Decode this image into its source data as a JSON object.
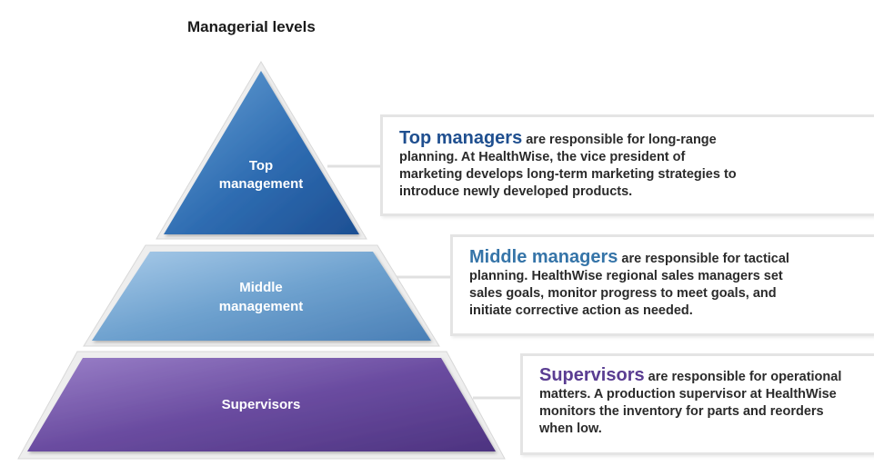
{
  "title": "Managerial levels",
  "tiers": {
    "top": {
      "line1": "Top",
      "line2": "management"
    },
    "middle": {
      "line1": "Middle",
      "line2": "management"
    },
    "supervisors": {
      "line1": "Supervisors"
    }
  },
  "callouts": {
    "top": {
      "lead": "Top managers",
      "text": " are responsible for long-range planning. At HealthWise, the vice president of marketing develops long-term marketing strategies to introduce newly developed products."
    },
    "middle": {
      "lead": "Middle managers",
      "text": " are responsible for tactical planning. HealthWise regional sales managers set sales goals, monitor progress to meet goals, and initiate corrective action as needed."
    },
    "supervisors": {
      "lead": "Supervisors",
      "text": " are responsible for operational matters. A production supervisor at HealthWise monitors the inventory for parts and reorders when low."
    }
  },
  "colors": {
    "top": "#2f6fb4",
    "middle": "#6fa2cf",
    "supervisors": "#6a4ca0",
    "outline": "#e6e6e6",
    "connector": "#e0e0e0"
  }
}
